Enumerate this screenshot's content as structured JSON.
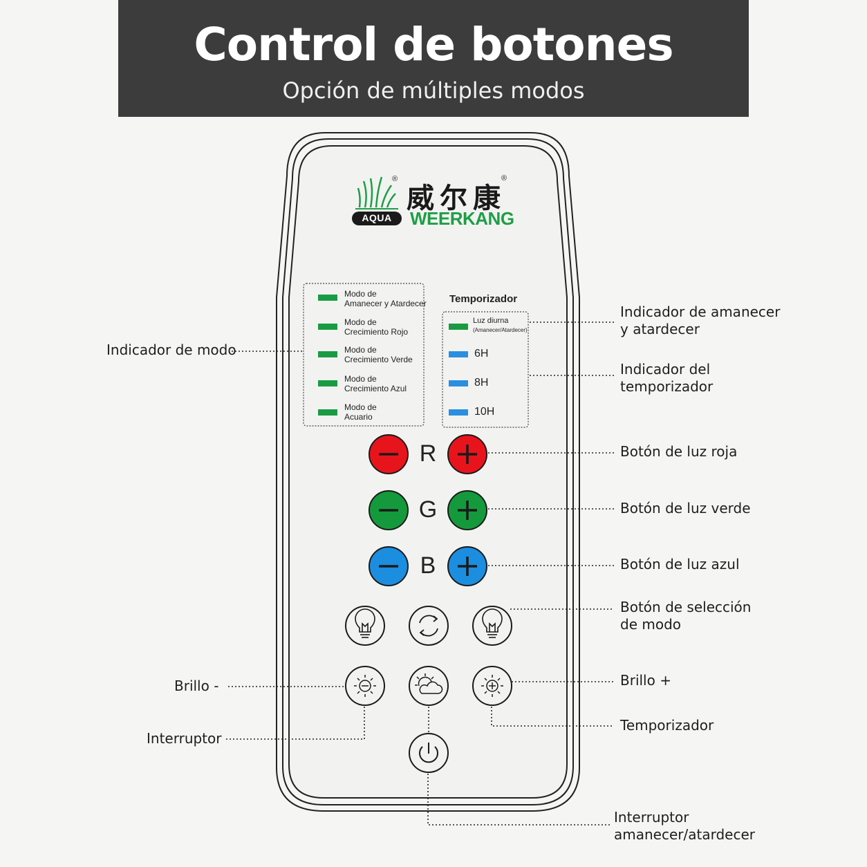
{
  "header": {
    "title": "Control de botones",
    "subtitle": "Opción de múltiples modos"
  },
  "brand": {
    "chinese_name": "威尔康",
    "english_name": "WEERKANG",
    "badge": "AQUA",
    "registered": "®",
    "brand_green": "#1e9e46"
  },
  "mode_indicators": [
    {
      "line1": "Modo de",
      "line2": "Amanecer y Atardecer",
      "color": "#1a9b43"
    },
    {
      "line1": "Modo de",
      "line2": "Crecimiento Rojo",
      "color": "#1a9b43"
    },
    {
      "line1": "Modo de",
      "line2": "Crecimiento Verde",
      "color": "#1a9b43"
    },
    {
      "line1": "Modo de",
      "line2": "Crecimiento Azul",
      "color": "#1a9b43"
    },
    {
      "line1": "Modo de",
      "line2": "Acuario",
      "color": "#1a9b43"
    }
  ],
  "timer": {
    "title": "Temporizador",
    "daylight_label": "Luz diurna",
    "daylight_sub": "(Amanecer/Atardecer)",
    "options": [
      "6H",
      "8H",
      "10H"
    ],
    "daylight_color": "#1a9b43",
    "option_color": "#2a8fe0"
  },
  "rgb": {
    "red_letter": "R",
    "green_letter": "G",
    "blue_letter": "B",
    "red_color": "#e8141c",
    "green_color": "#149a3c",
    "blue_color": "#1b8ee0"
  },
  "callouts": {
    "mode_indicator": "Indicador de modo",
    "sunrise_indicator_1": "Indicador de amanecer",
    "sunrise_indicator_2": "y atardecer",
    "timer_indicator_1": "Indicador del",
    "timer_indicator_2": "temporizador",
    "red_button": "Botón de luz roja",
    "green_button": "Botón de luz verde",
    "blue_button": "Botón de luz azul",
    "mode_select_1": "Botón de selección",
    "mode_select_2": "de modo",
    "brightness_minus": "Brillo -",
    "brightness_plus": "Brillo +",
    "switch": "Interruptor",
    "timer": "Temporizador",
    "sunrise_switch_1": "Interruptor",
    "sunrise_switch_2": "amanecer/atardecer"
  },
  "icons": {
    "bulb_left": "lightbulb-icon",
    "cycle": "cycle-arrows-icon",
    "bulb_right": "lightbulb-icon",
    "brightness_down": "sun-minus-icon",
    "sun_cloud": "sun-cloud-icon",
    "brightness_up": "sun-plus-icon",
    "power": "power-icon"
  }
}
